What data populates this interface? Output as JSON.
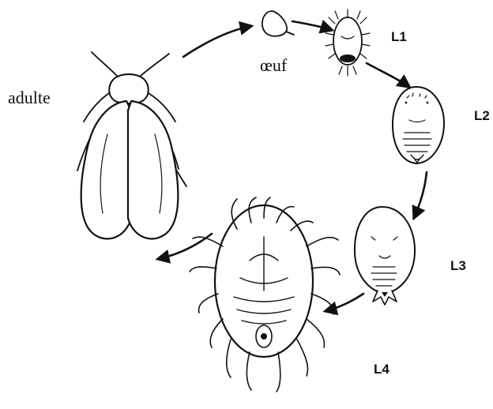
{
  "labels": {
    "egg": "œuf",
    "adult": "adulte",
    "larva1": "L1",
    "larva2": "L2",
    "larva3": "L3",
    "larva4": "L4"
  },
  "cycle_order": [
    "œuf",
    "L1",
    "L2",
    "L3",
    "L4",
    "adulte"
  ]
}
